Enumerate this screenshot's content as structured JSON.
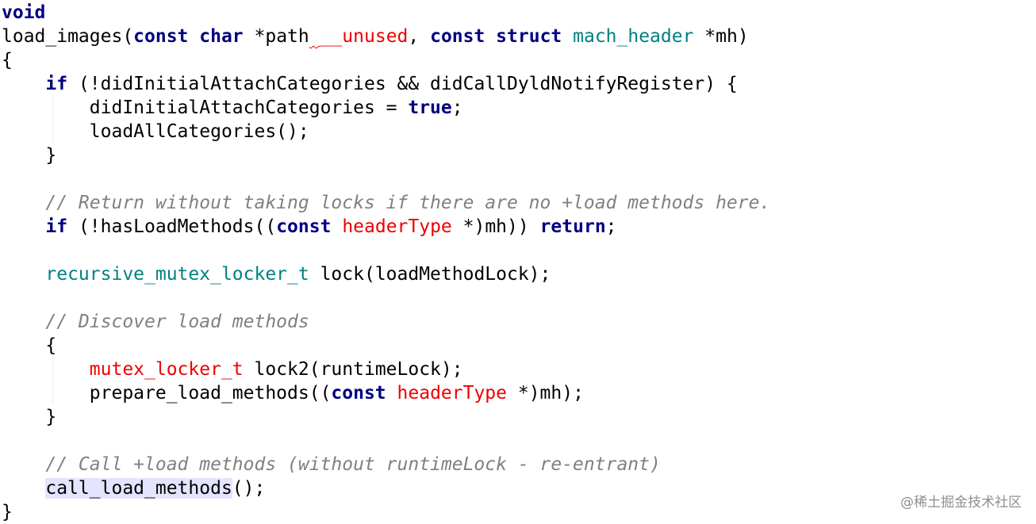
{
  "editor": {
    "lines": [
      [
        {
          "t": "kw",
          "s": "void"
        }
      ],
      [
        {
          "t": "plain",
          "s": "load_images("
        },
        {
          "t": "kw",
          "s": "const char"
        },
        {
          "t": "plain",
          "s": " *path"
        },
        {
          "t": "squiggle",
          "s": " "
        },
        {
          "t": "macro",
          "s": "__unused"
        },
        {
          "t": "plain",
          "s": ", "
        },
        {
          "t": "kw",
          "s": "const struct"
        },
        {
          "t": "plain",
          "s": " "
        },
        {
          "t": "type",
          "s": "mach_header"
        },
        {
          "t": "plain",
          "s": " *mh)"
        }
      ],
      [
        {
          "t": "plain",
          "s": "{"
        }
      ],
      [
        {
          "t": "plain",
          "s": "    "
        },
        {
          "t": "kw",
          "s": "if"
        },
        {
          "t": "plain",
          "s": " (!didInitialAttachCategories && didCallDyldNotifyRegister) {"
        }
      ],
      [
        {
          "t": "plain",
          "s": "        didInitialAttachCategories = "
        },
        {
          "t": "kw",
          "s": "true"
        },
        {
          "t": "plain",
          "s": ";"
        }
      ],
      [
        {
          "t": "plain",
          "s": "        loadAllCategories();"
        }
      ],
      [
        {
          "t": "plain",
          "s": "    }"
        }
      ],
      [],
      [
        {
          "t": "plain",
          "s": "    "
        },
        {
          "t": "comment",
          "s": "// Return without taking locks if there are no +load methods here."
        }
      ],
      [
        {
          "t": "plain",
          "s": "    "
        },
        {
          "t": "kw",
          "s": "if"
        },
        {
          "t": "plain",
          "s": " (!hasLoadMethods(("
        },
        {
          "t": "kw",
          "s": "const"
        },
        {
          "t": "plain",
          "s": " "
        },
        {
          "t": "macro",
          "s": "headerType"
        },
        {
          "t": "plain",
          "s": " *)mh)) "
        },
        {
          "t": "kw",
          "s": "return"
        },
        {
          "t": "plain",
          "s": ";"
        }
      ],
      [],
      [
        {
          "t": "plain",
          "s": "    "
        },
        {
          "t": "type",
          "s": "recursive_mutex_locker_t"
        },
        {
          "t": "plain",
          "s": " lock(loadMethodLock);"
        }
      ],
      [],
      [
        {
          "t": "plain",
          "s": "    "
        },
        {
          "t": "comment",
          "s": "// Discover load methods"
        }
      ],
      [
        {
          "t": "plain",
          "s": "    {"
        }
      ],
      [
        {
          "t": "plain",
          "s": "        "
        },
        {
          "t": "macro",
          "s": "mutex_locker_t"
        },
        {
          "t": "plain",
          "s": " lock2(runtimeLock);"
        }
      ],
      [
        {
          "t": "plain",
          "s": "        prepare_load_methods(("
        },
        {
          "t": "kw",
          "s": "const"
        },
        {
          "t": "plain",
          "s": " "
        },
        {
          "t": "macro",
          "s": "headerType"
        },
        {
          "t": "plain",
          "s": " *)mh);"
        }
      ],
      [
        {
          "t": "plain",
          "s": "    }"
        }
      ],
      [],
      [
        {
          "t": "plain",
          "s": "    "
        },
        {
          "t": "comment",
          "s": "// Call +load methods (without runtimeLock - re-entrant)"
        }
      ],
      [
        {
          "t": "plain",
          "s": "    "
        },
        {
          "t": "hl",
          "s": "call_load_methods"
        },
        {
          "t": "plain",
          "s": "();"
        }
      ],
      [
        {
          "t": "plain",
          "s": "}"
        }
      ]
    ]
  },
  "watermark": {
    "text": "@稀土掘金技术社区"
  },
  "colors": {
    "keyword": "#000080",
    "type": "#008080",
    "macro": "#ee0000",
    "comment": "#808080",
    "highlight": "#e4e4ff"
  }
}
